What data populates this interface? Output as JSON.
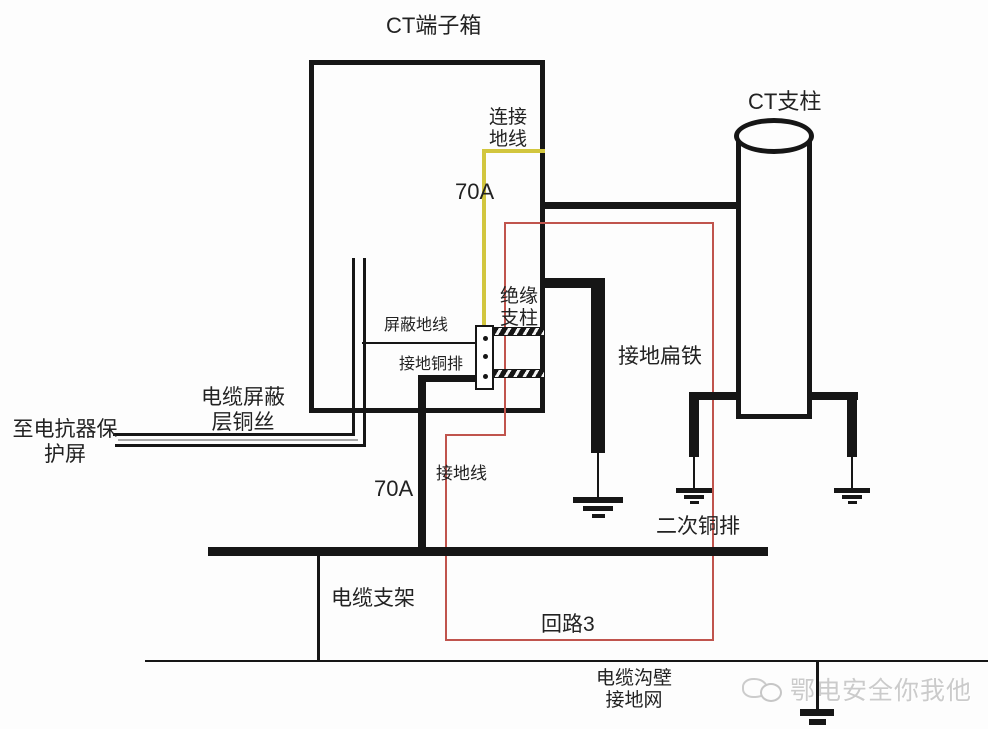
{
  "diagram": {
    "labels": {
      "ct_terminal_box": "CT端子箱",
      "ct_column": "CT支柱",
      "connecting_ground_wire": "连接\n地线",
      "current_70a_top": "70A",
      "insulating_post": "绝缘\n支柱",
      "shield_ground_wire": "屏蔽地线",
      "grounding_copper_busbar": "接地铜排",
      "grounding_flat_iron": "接地扁铁",
      "cable_shield_copper_wire": "电缆屏蔽\n层铜丝",
      "to_reactor_protection_panel": "至电抗器保\n护屏",
      "current_70a_bottom": "70A",
      "grounding_wire": "接地线",
      "secondary_copper_busbar": "二次铜排",
      "cable_support": "电缆支架",
      "loop_3": "回路3",
      "cable_trench_wall_ground_grid": "电缆沟壁\n接地网",
      "watermark": "鄂电安全你我他"
    },
    "colors": {
      "line_black": "#161616",
      "connecting_wire_yellow": "#d2c63e",
      "loop_red": "#c0544d",
      "watermark_gray": "#cbcbcb"
    }
  }
}
